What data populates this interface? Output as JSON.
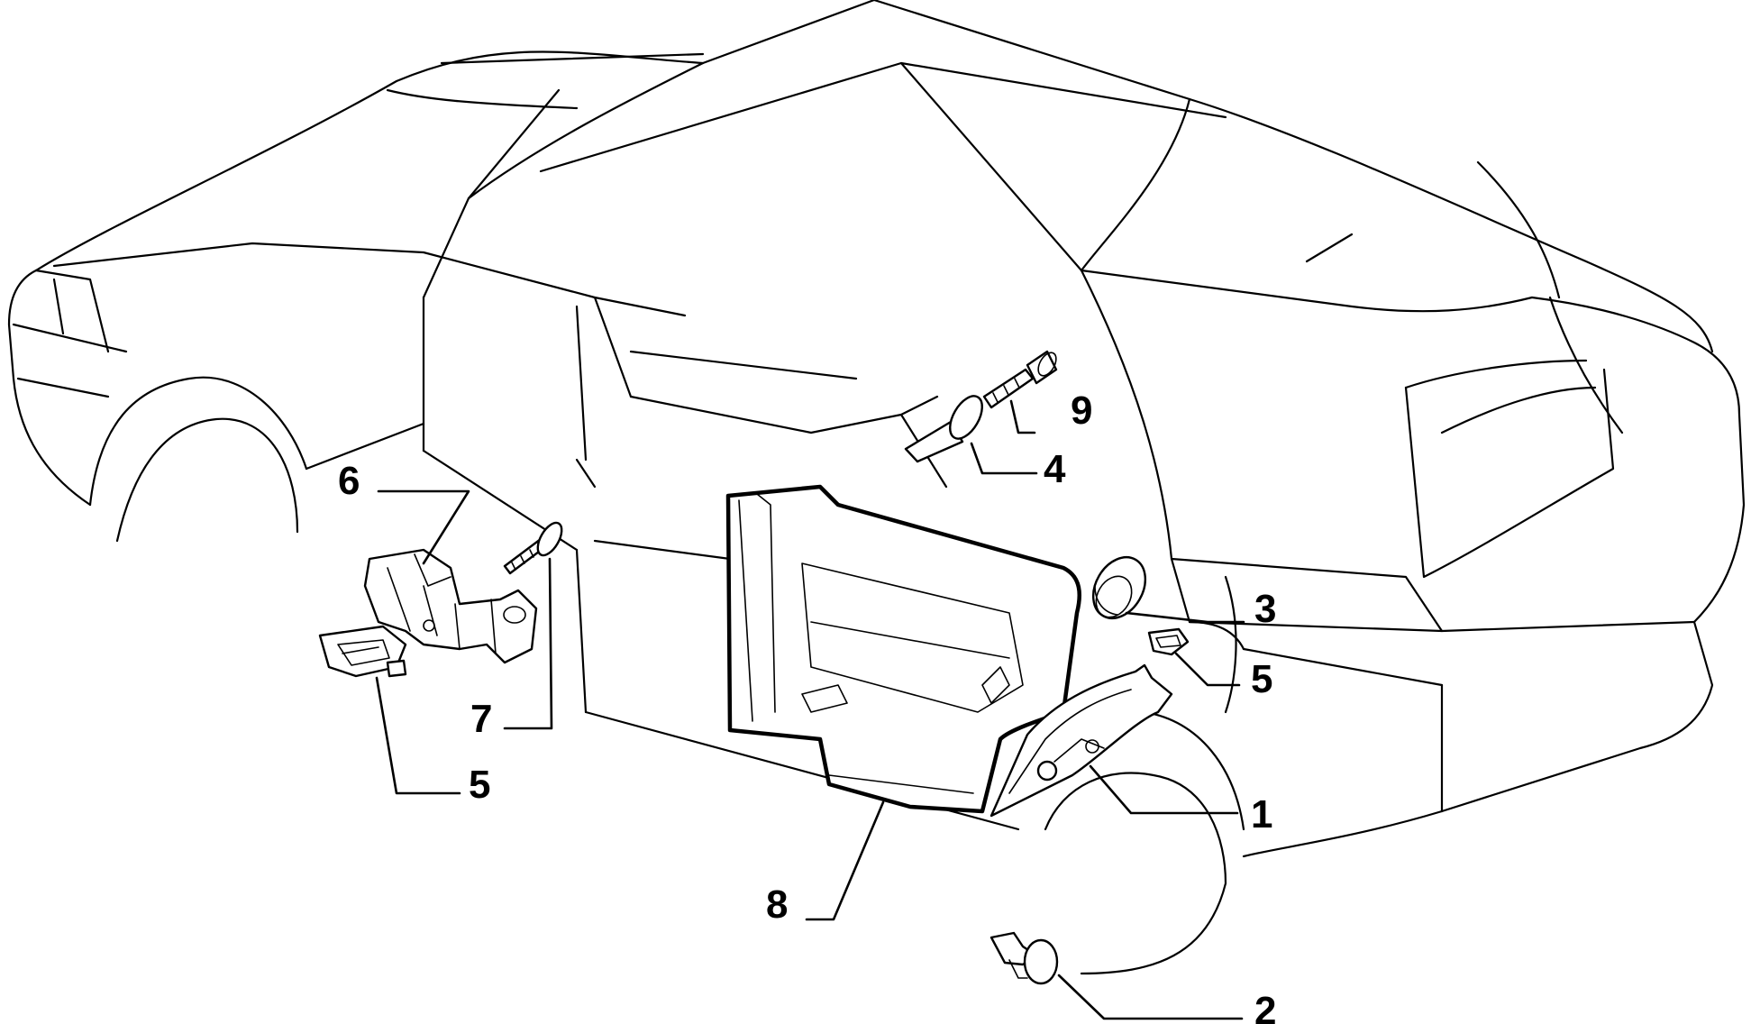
{
  "diagram": {
    "callouts": [
      {
        "id": "c1",
        "label": "1"
      },
      {
        "id": "c2",
        "label": "2"
      },
      {
        "id": "c3",
        "label": "3"
      },
      {
        "id": "c4",
        "label": "4"
      },
      {
        "id": "c5a",
        "label": "5"
      },
      {
        "id": "c5b",
        "label": "5"
      },
      {
        "id": "c6",
        "label": "6"
      },
      {
        "id": "c7",
        "label": "7"
      },
      {
        "id": "c8",
        "label": "8"
      },
      {
        "id": "c9",
        "label": "9"
      }
    ],
    "colors": {
      "line": "#000000",
      "background": "#ffffff"
    }
  }
}
